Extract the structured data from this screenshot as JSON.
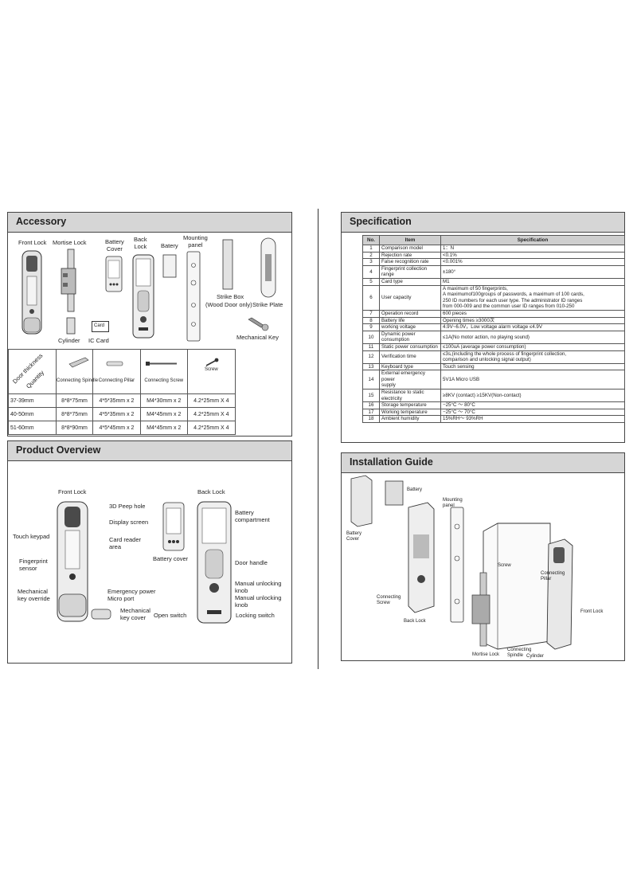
{
  "accessory": {
    "title": "Accessory",
    "labels": {
      "front_lock": "Front Lock",
      "mortise_lock": "Mortise Lock",
      "battery_cover": "Battery\nCover",
      "back_lock": "Back\nLock",
      "batery": "Batery",
      "mounting_panel": "Mounting\npanel",
      "strike_box": "Strike Box",
      "wood_door_only": "(Wood Door only)",
      "strike_plate": "Strike Plate",
      "cylinder": "Cylinder",
      "ic_card": "IC Card",
      "card": "Card",
      "mechanical_key": "Mechanical Key"
    },
    "table": {
      "door_thickness": "Door thickness",
      "quantity": "Quantity",
      "columns": [
        "Connecting Spindle",
        "Connecting Pillar",
        "Connecting Screw",
        "Screw"
      ],
      "rows": [
        [
          "37-39mm",
          "8*8*75mm",
          "4*5*35mm x 2",
          "M4*30mm x 2",
          "4.2*25mm X 4"
        ],
        [
          "40-50mm",
          "8*8*75mm",
          "4*5*35mm x 2",
          "M4*45mm x 2",
          "4.2*25mm X 4"
        ],
        [
          "51-60mm",
          "8*8*90mm",
          "4*5*45mm x 2",
          "M4*45mm x 2",
          "4.2*25mm X 4"
        ]
      ]
    }
  },
  "overview": {
    "title": "Product Overview",
    "front_lock": "Front Lock",
    "back_lock": "Back Lock",
    "callouts": {
      "peep_hole": "3D Peep hole",
      "display_screen": "Display screen",
      "touch_keypad": "Touch keypad",
      "card_reader": "Card reader\narea",
      "fingerprint_sensor": "Fingerprint\nsensor",
      "mechanical_override": "Mechanical\nkey override",
      "emergency_power": "Emergency power\nMicro port",
      "mechanical_key_cover": "Mechanical\nkey cover",
      "battery_cover": "Battery cover",
      "battery_compartment": "Battery\ncompartment",
      "door_handle": "Door handle",
      "manual_knob_1": "Manual unlocking\nknob",
      "manual_knob_2": "Manual unlocking\nknob",
      "open_switch": "Open switch",
      "locking_switch": "Locking switch"
    }
  },
  "specification": {
    "title": "Specification",
    "headers": [
      "No.",
      "Item",
      "Specification"
    ],
    "rows": [
      [
        "1",
        "Comparison model",
        "1：N"
      ],
      [
        "2",
        "Rejection rate",
        "<0.1%"
      ],
      [
        "3",
        "False recognition rate",
        "<0.001%"
      ],
      [
        "4",
        "Fingerprint collection range",
        "±180°"
      ],
      [
        "5",
        "Card type",
        "M1"
      ],
      [
        "6",
        "User capacity",
        "A maximum of 50 fingerprints,\nA maximumof100groups of passwords, a maximum of 100 cards,\n250 ID numbers for each user type. The administrator ID ranges\nfrom 000-009 and the common user ID ranges from 010-250"
      ],
      [
        "7",
        "Operation record",
        "600 pieces"
      ],
      [
        "8",
        "Battery life",
        "Opening times ≥3000次"
      ],
      [
        "9",
        "working voltage",
        "4.9V~6.0V，Low voltage alarm voltage ≤4.9V"
      ],
      [
        "10",
        "Dynamic power consumption",
        "≤1A(No motor action, no playing sound)"
      ],
      [
        "11",
        "Static power consumption",
        "≤100uA (average power consumption)"
      ],
      [
        "12",
        "Verification time",
        "≤3s,(including the whole process of fingerprint collection,\ncomparison and unlocking signal output)"
      ],
      [
        "13",
        "Keyboard type",
        "Touch sensing"
      ],
      [
        "14",
        "External emergency power\nsupply",
        "5V1A  Micro USB"
      ],
      [
        "15",
        "Resistance to static\nelectricity",
        "≥8KV (contact) ≥15KV(Non-contact)"
      ],
      [
        "16",
        "Storage temperature",
        "−25°C ～ 80°C"
      ],
      [
        "17",
        "Working temperature",
        "−25°C ～ 70°C"
      ],
      [
        "18",
        "Ambient humidity",
        "15%RH～ 93%RH"
      ]
    ]
  },
  "installation": {
    "title": "Installation Guide",
    "labels": {
      "battery": "Battery",
      "battery_cover": "Battery\nCover",
      "mounting_panel": "Mounting\npanel",
      "screw": "Screw",
      "connecting_pillar": "Connecting\nPillar",
      "connecting_screw": "Connecting\nScrew",
      "front_lock": "Front Lock",
      "back_lock": "Back Lock",
      "connecting_spindle": "Connecting\nSpindle",
      "mortise_lock": "Mortise Lock",
      "cylinder": "Cylinder"
    }
  }
}
